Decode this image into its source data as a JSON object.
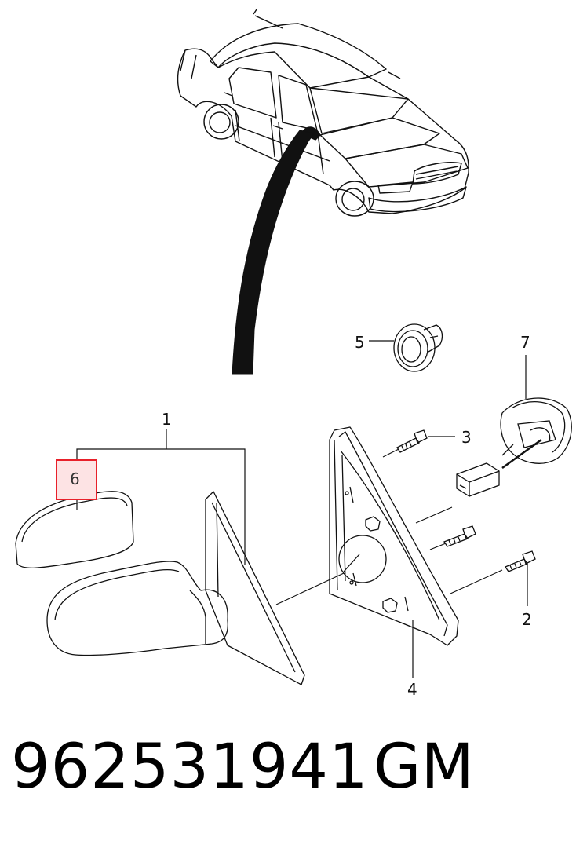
{
  "callouts": {
    "c1": "1",
    "c2": "2",
    "c3": "3",
    "c4": "4",
    "c5": "5",
    "c6": "6",
    "c7": "7"
  },
  "highlight": {
    "label": "6",
    "color": "#e8202a",
    "fill": "#fde3e4"
  },
  "footer": {
    "part_number": "962531941",
    "brand": "GM"
  }
}
